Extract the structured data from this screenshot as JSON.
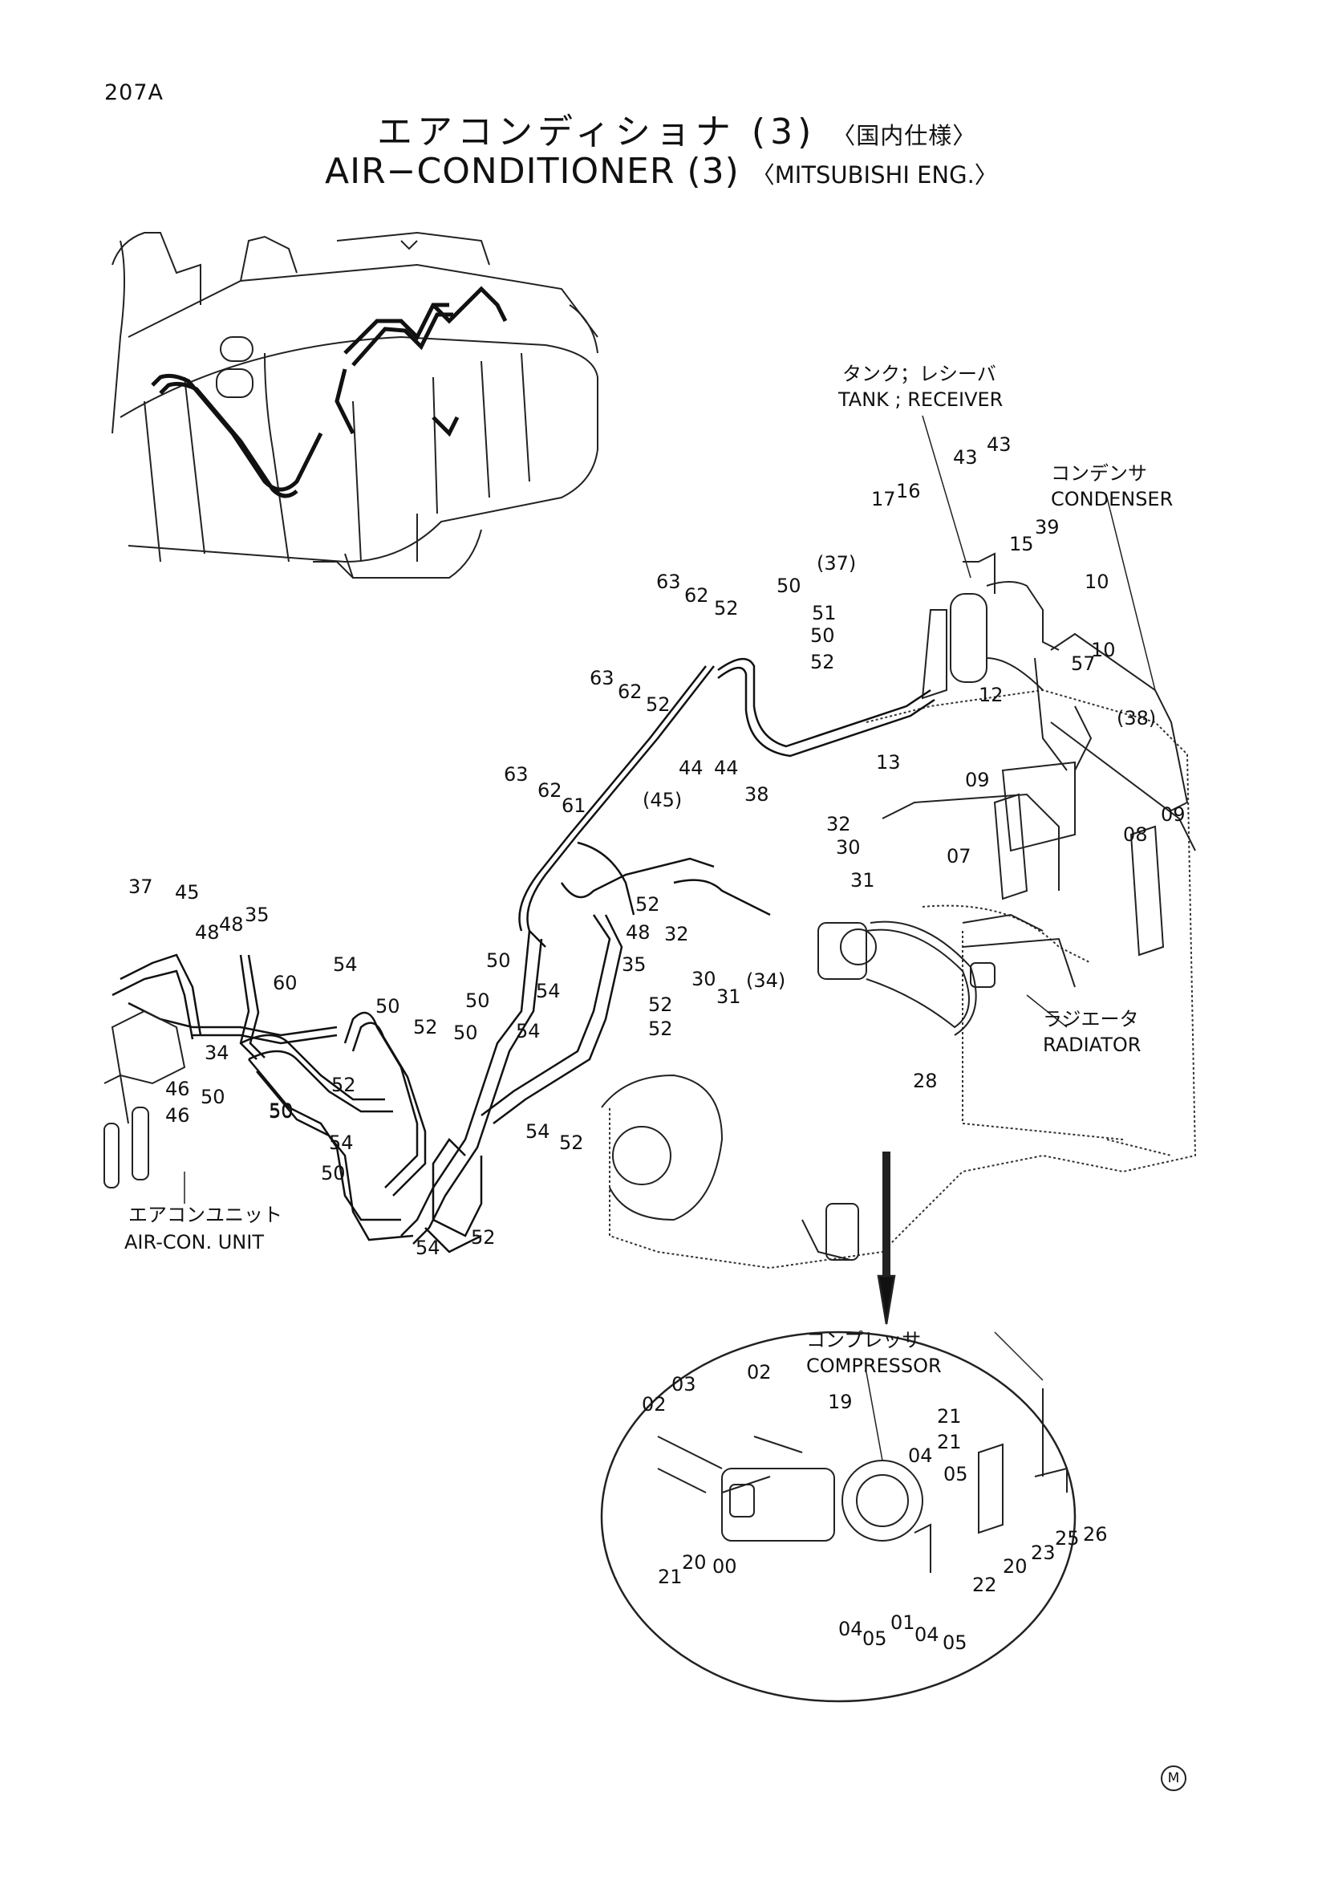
{
  "page_number": "207A",
  "title": {
    "jp_main": "エアコンディショナ (3)",
    "jp_sub": "〈国内仕様〉",
    "en_main": "AIR−CONDITIONER (3)",
    "en_sub": "〈MITSUBISHI ENG.〉"
  },
  "captions": {
    "tank_receiver_jp": "タンク；レシーバ",
    "tank_receiver_en": "TANK ; RECEIVER",
    "condenser_jp": "コンデンサ",
    "condenser_en": "CONDENSER",
    "radiator_jp": "ラジエータ",
    "radiator_en": "RADIATOR",
    "aircon_unit_jp": "エアコンユニット",
    "aircon_unit_en": "AIR-CON. UNIT",
    "compressor_jp": "コンプレッサ",
    "compressor_en": "COMPRESSOR"
  },
  "part_labels": [
    "43",
    "43",
    "17",
    "16",
    "(37)",
    "50",
    "15",
    "39",
    "10",
    "63",
    "62",
    "52",
    "51",
    "50",
    "52",
    "10",
    "57",
    "(38)",
    "12",
    "63",
    "62",
    "52",
    "13",
    "09",
    "09",
    "63",
    "62",
    "61",
    "(45)",
    "44",
    "44",
    "38",
    "32",
    "30",
    "31",
    "08",
    "07",
    "37",
    "45",
    "48",
    "48",
    "35",
    "52",
    "48",
    "32",
    "50",
    "54",
    "50",
    "35",
    "54",
    "52",
    "30",
    "31",
    "(34)",
    "60",
    "34",
    "50",
    "52",
    "50",
    "54",
    "52",
    "28",
    "46",
    "46",
    "50",
    "50",
    "52",
    "54",
    "54",
    "52",
    "50",
    "50",
    "54",
    "52",
    "03",
    "02",
    "02",
    "19",
    "21",
    "21",
    "04",
    "05",
    "00",
    "20",
    "21",
    "22",
    "20",
    "23",
    "25",
    "26",
    "04",
    "05",
    "01",
    "04",
    "05"
  ],
  "corner_mark": "M"
}
